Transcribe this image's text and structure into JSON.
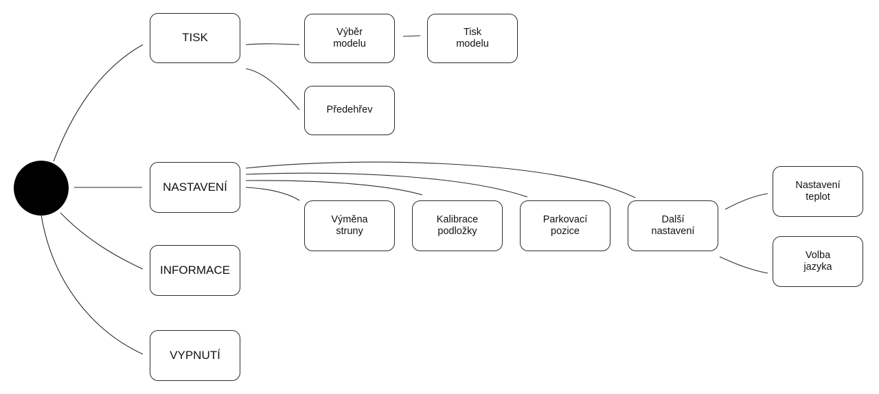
{
  "root": {
    "label": ""
  },
  "menu": {
    "tisk": {
      "label": "TISK",
      "children": {
        "vyber_modelu": "Výběr\nmodelu",
        "tisk_modelu": "Tisk\nmodelu",
        "predehrev": "Předehřev"
      }
    },
    "nastaveni": {
      "label": "NASTAVENÍ",
      "children": {
        "vymena_struny": "Výměna\nstruny",
        "kalibrace_podlozky": "Kalibrace\npodložky",
        "parkovaci_pozice": "Parkovací\npozice",
        "dalsi_nastaveni": {
          "label": "Další\nnastavení",
          "children": {
            "nastaveni_teplot": "Nastavení\nteplot",
            "volba_jazyka": "Volba\njazyka"
          }
        }
      }
    },
    "informace": {
      "label": "INFORMACE"
    },
    "vypnuti": {
      "label": "VYPNUTÍ"
    }
  },
  "colors": {
    "root_fill": "#000000",
    "stroke": "#2a2a2a",
    "text": "#111111",
    "background": "#ffffff"
  }
}
